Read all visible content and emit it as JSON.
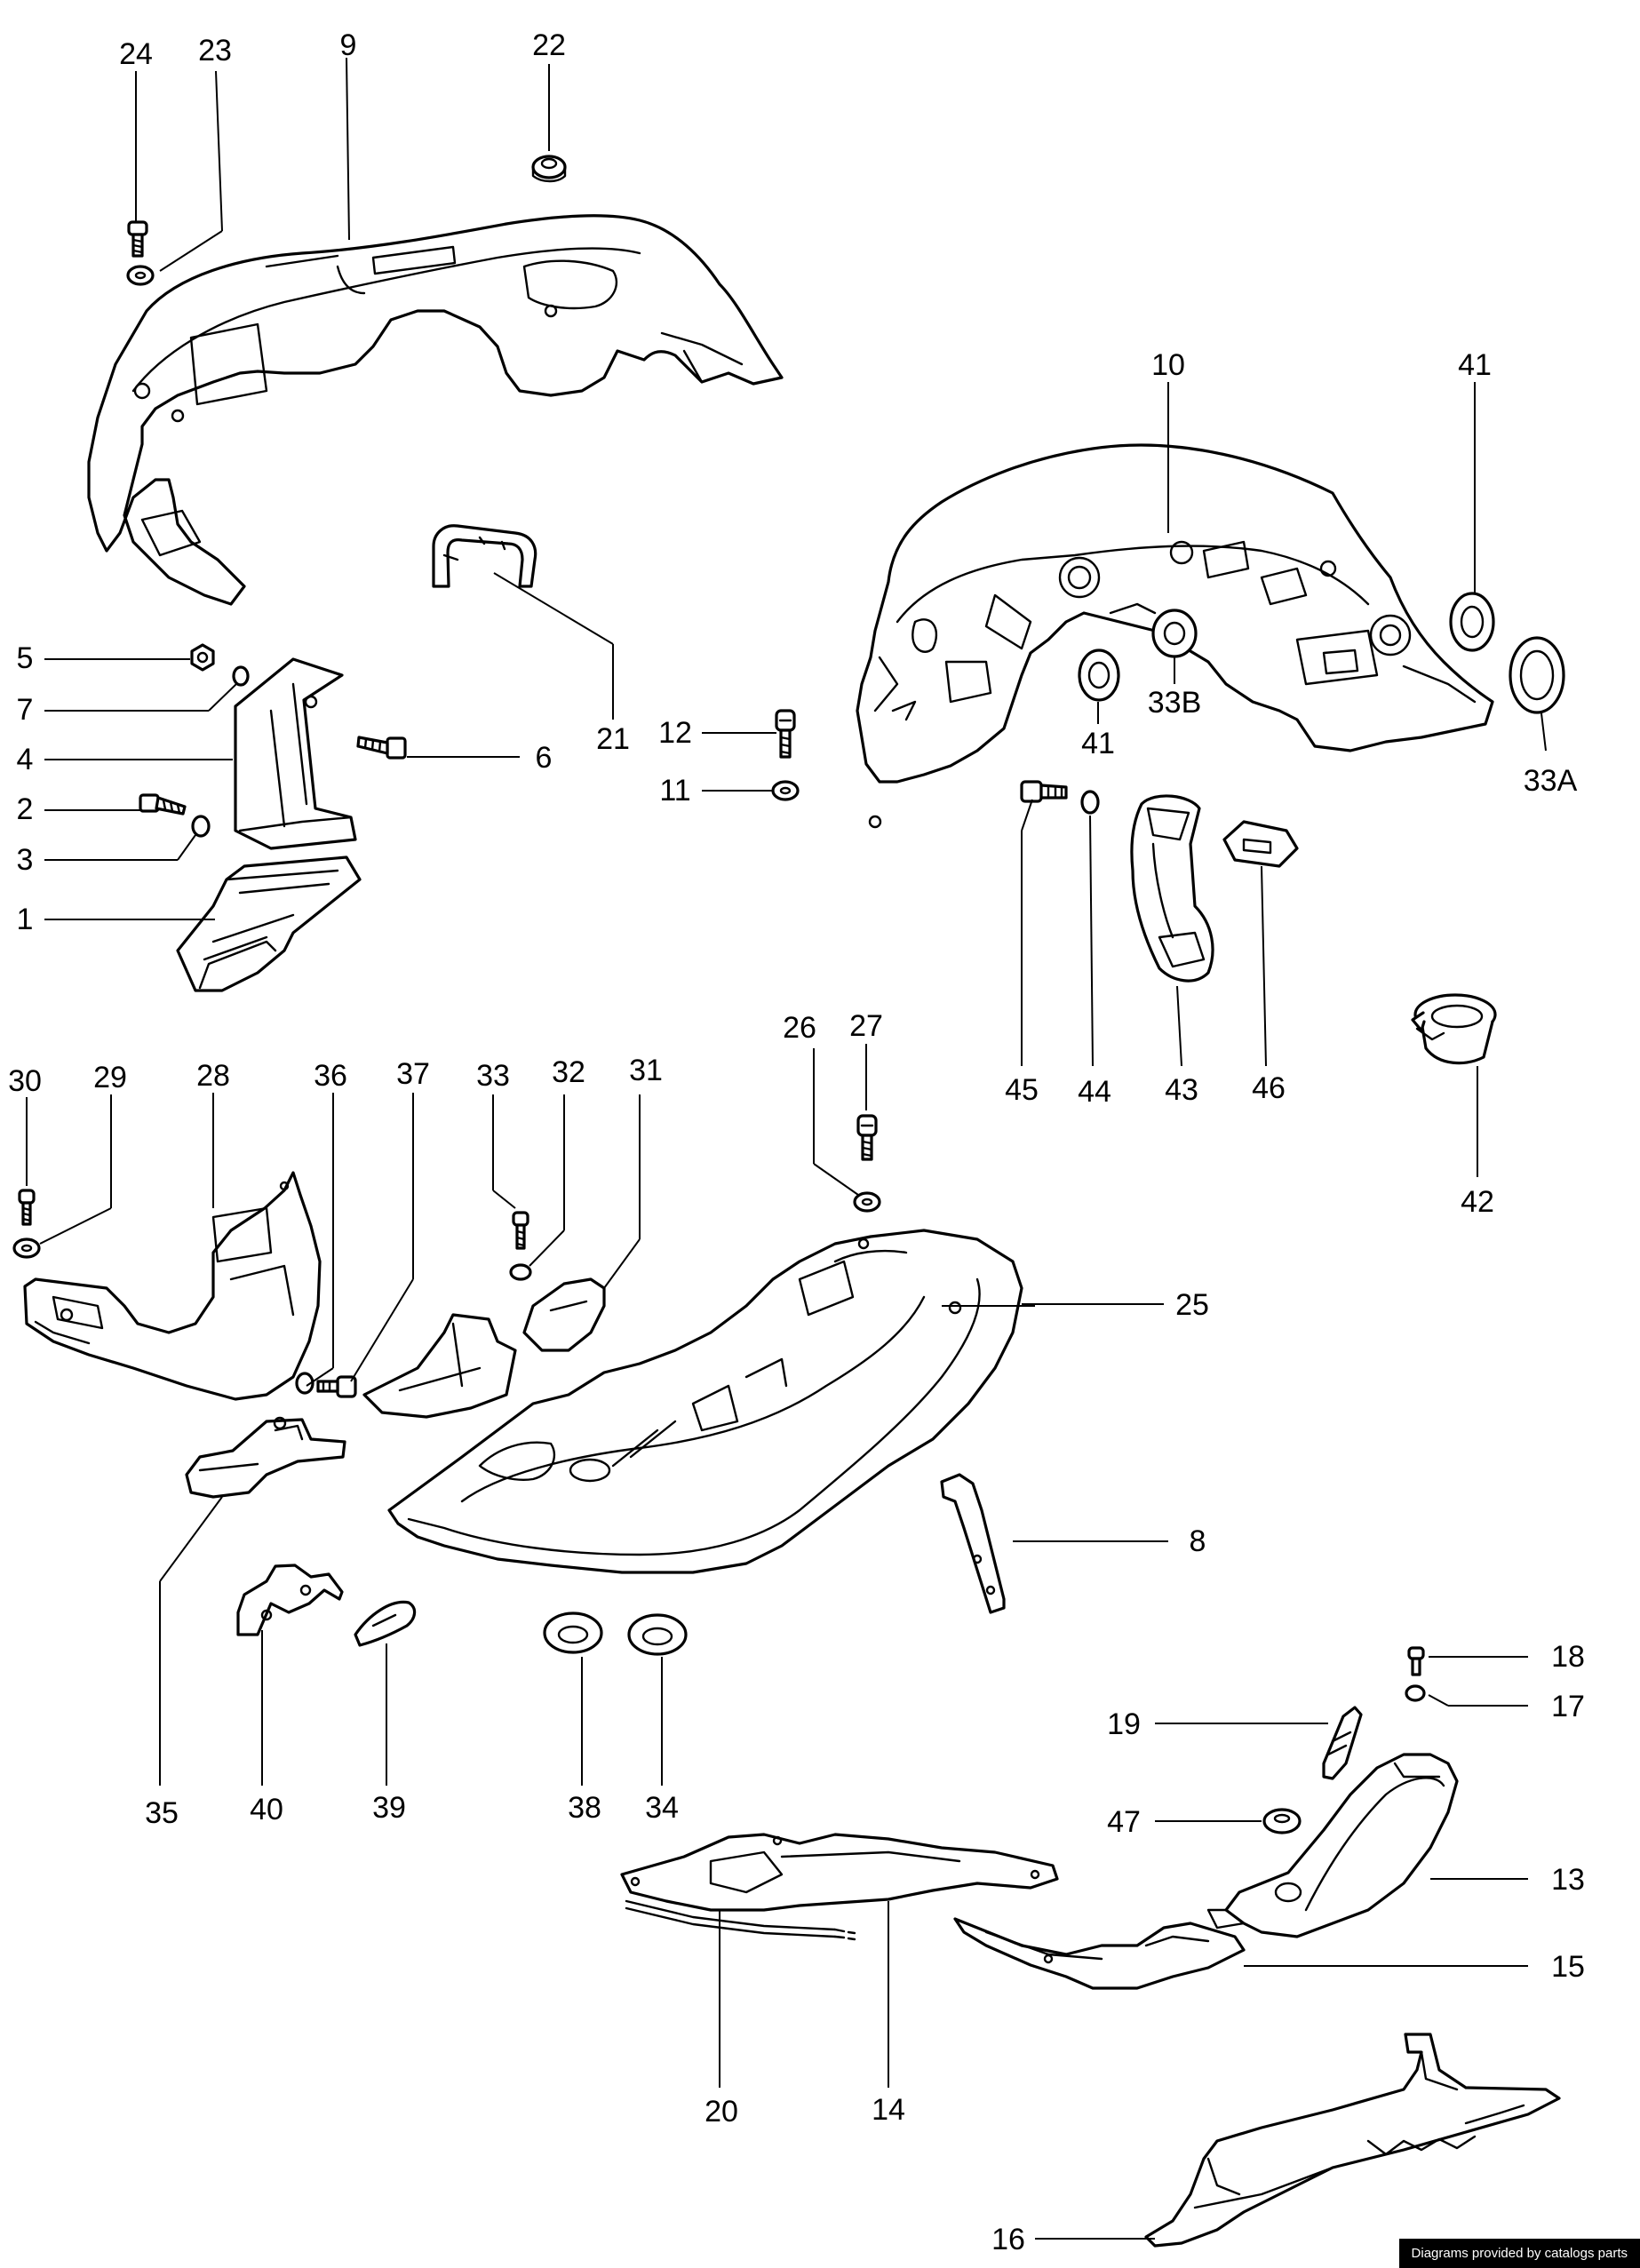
{
  "callouts": {
    "c1": "1",
    "c2": "2",
    "c3": "3",
    "c4": "4",
    "c5": "5",
    "c6": "6",
    "c7": "7",
    "c8": "8",
    "c9": "9",
    "c10": "10",
    "c11": "11",
    "c12": "12",
    "c13": "13",
    "c14": "14",
    "c15": "15",
    "c16": "16",
    "c17": "17",
    "c18": "18",
    "c19": "19",
    "c20": "20",
    "c21": "21",
    "c22": "22",
    "c23": "23",
    "c24": "24",
    "c25": "25",
    "c26": "26",
    "c27": "27",
    "c28": "28",
    "c29": "29",
    "c30": "30",
    "c31": "31",
    "c32": "32",
    "c33": "33",
    "c33a": "33A",
    "c33b": "33B",
    "c34": "34",
    "c35": "35",
    "c36": "36",
    "c37": "37",
    "c38": "38",
    "c39": "39",
    "c40": "40",
    "c41a": "41",
    "c41b": "41",
    "c42": "42",
    "c43": "43",
    "c44": "44",
    "c45": "45",
    "c46": "46",
    "c47": "47"
  },
  "credit": "Diagrams provided by catalogs parts"
}
